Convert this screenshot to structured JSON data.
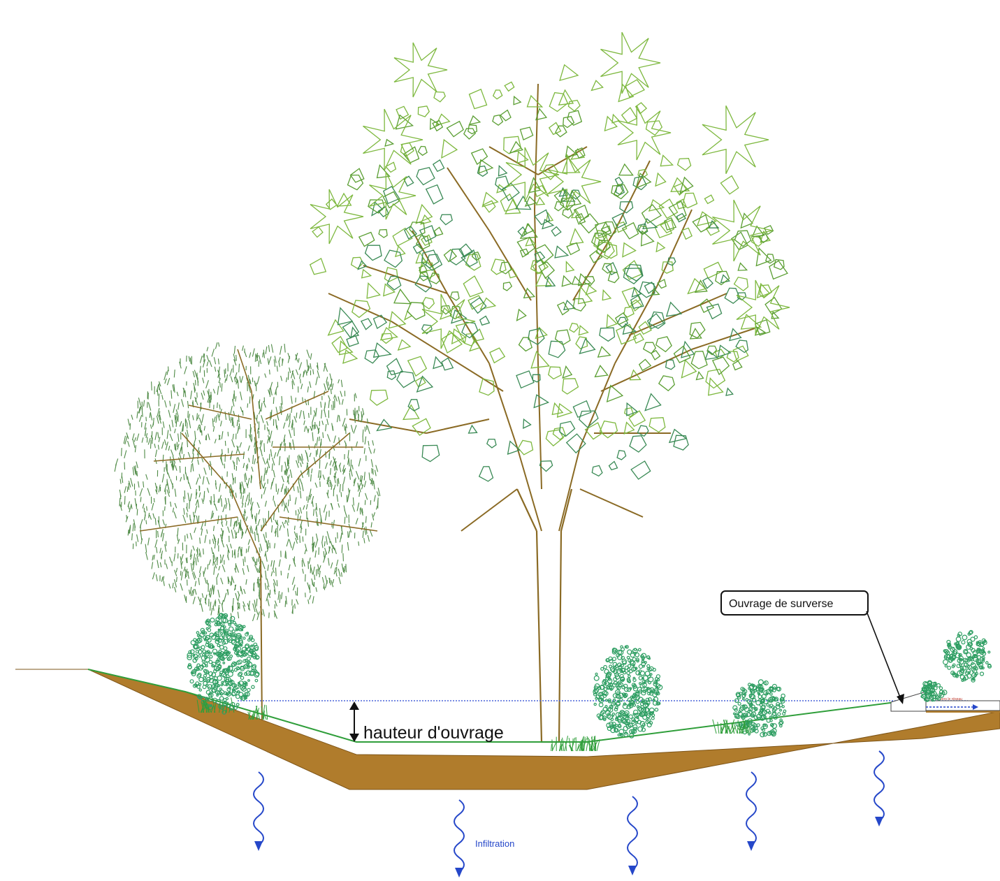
{
  "labels": {
    "height": "hauteur d'ouvrage",
    "overflow": "Ouvrage de surverse",
    "infiltration": "Infiltration"
  },
  "colors": {
    "soil": "#B07C2C",
    "soil_edge": "#7E5518",
    "grass": "#2F9E3A",
    "water_level": "#4A63D8",
    "arrow_blue": "#2547C9",
    "leaf_light": "#7DB83E",
    "leaf_mid": "#5A9E32",
    "leaf_dark": "#3A8A55",
    "willow_leaf": "#4E8A45",
    "branch": "#8A6A24",
    "shrub": "#2E9E62",
    "callout_box": "#111111"
  },
  "icons": {
    "infiltration_arrow": "wavy-down-arrow-icon",
    "height_marker": "double-headed-arrow-icon"
  }
}
